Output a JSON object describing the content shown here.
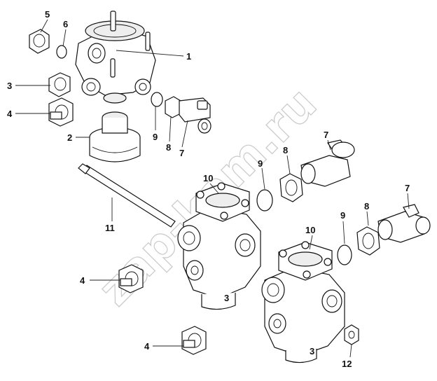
{
  "watermark": "zap-kam.ru",
  "callouts": [
    {
      "id": "c5a",
      "text": "5"
    },
    {
      "id": "c6a",
      "text": "6"
    },
    {
      "id": "c1a",
      "text": "1"
    },
    {
      "id": "c3a",
      "text": "3"
    },
    {
      "id": "c4a",
      "text": "4"
    },
    {
      "id": "c2a",
      "text": "2"
    },
    {
      "id": "c9a",
      "text": "9"
    },
    {
      "id": "c8a",
      "text": "8"
    },
    {
      "id": "c7a",
      "text": "7"
    },
    {
      "id": "c7b",
      "text": "7"
    },
    {
      "id": "c8b",
      "text": "8"
    },
    {
      "id": "c9b",
      "text": "9"
    },
    {
      "id": "c10a",
      "text": "10"
    },
    {
      "id": "c11a",
      "text": "11"
    },
    {
      "id": "c7c",
      "text": "7"
    },
    {
      "id": "c8c",
      "text": "8"
    },
    {
      "id": "c9c",
      "text": "9"
    },
    {
      "id": "c10b",
      "text": "10"
    },
    {
      "id": "c4b",
      "text": "4"
    },
    {
      "id": "c4c",
      "text": "4"
    },
    {
      "id": "c12a",
      "text": "12"
    }
  ],
  "valve_marks": [
    {
      "id": "m3a",
      "text": "3"
    },
    {
      "id": "m3b",
      "text": "3"
    }
  ]
}
